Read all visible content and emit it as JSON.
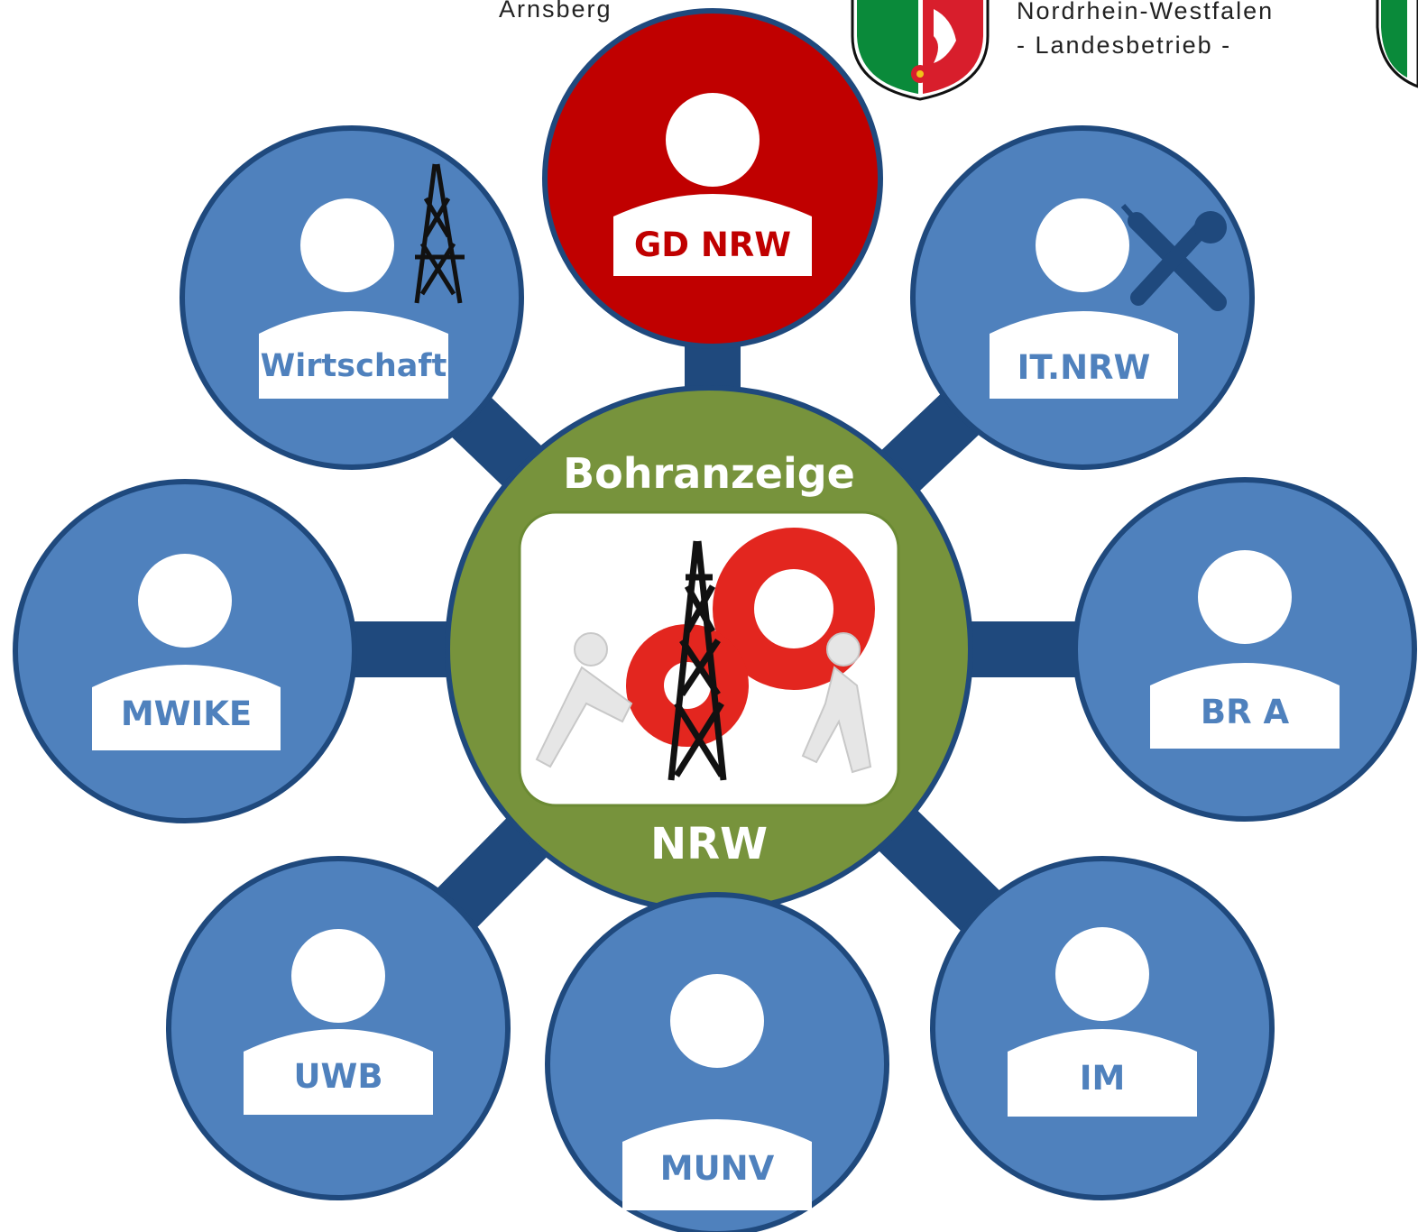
{
  "header": {
    "city_fragment": "Arnsberg",
    "state_line": "Nordrhein-Westfalen",
    "subtitle_line": "- Landesbetrieb -"
  },
  "center": {
    "title": "Bohranzeige",
    "subtitle": "NRW",
    "fill_color": "#77933c",
    "illustration": "drilling-rig-with-gears-and-figures"
  },
  "nodes": [
    {
      "id": "gd-nrw",
      "label": "GD NRW",
      "color": "#c00000",
      "badge_icon": null
    },
    {
      "id": "wirtschaft",
      "label": "Wirtschaft",
      "color": "#4f81bd",
      "badge_icon": "drilling-rig-icon"
    },
    {
      "id": "it-nrw",
      "label": "IT.NRW",
      "color": "#4f81bd",
      "badge_icon": "tools-icon"
    },
    {
      "id": "mwike",
      "label": "MWIKE",
      "color": "#4f81bd",
      "badge_icon": null
    },
    {
      "id": "br-a",
      "label": "BR A",
      "color": "#4f81bd",
      "badge_icon": null
    },
    {
      "id": "uwb",
      "label": "UWB",
      "color": "#4f81bd",
      "badge_icon": null
    },
    {
      "id": "munv",
      "label": "MUNV",
      "color": "#4f81bd",
      "badge_icon": null
    },
    {
      "id": "im",
      "label": "IM",
      "color": "#4f81bd",
      "badge_icon": null
    }
  ],
  "colors": {
    "connector": "#1f497d",
    "node_border": "#1f497d",
    "person_fill": "#ffffff",
    "gear_red": "#e3261f",
    "rig_black": "#111111"
  }
}
